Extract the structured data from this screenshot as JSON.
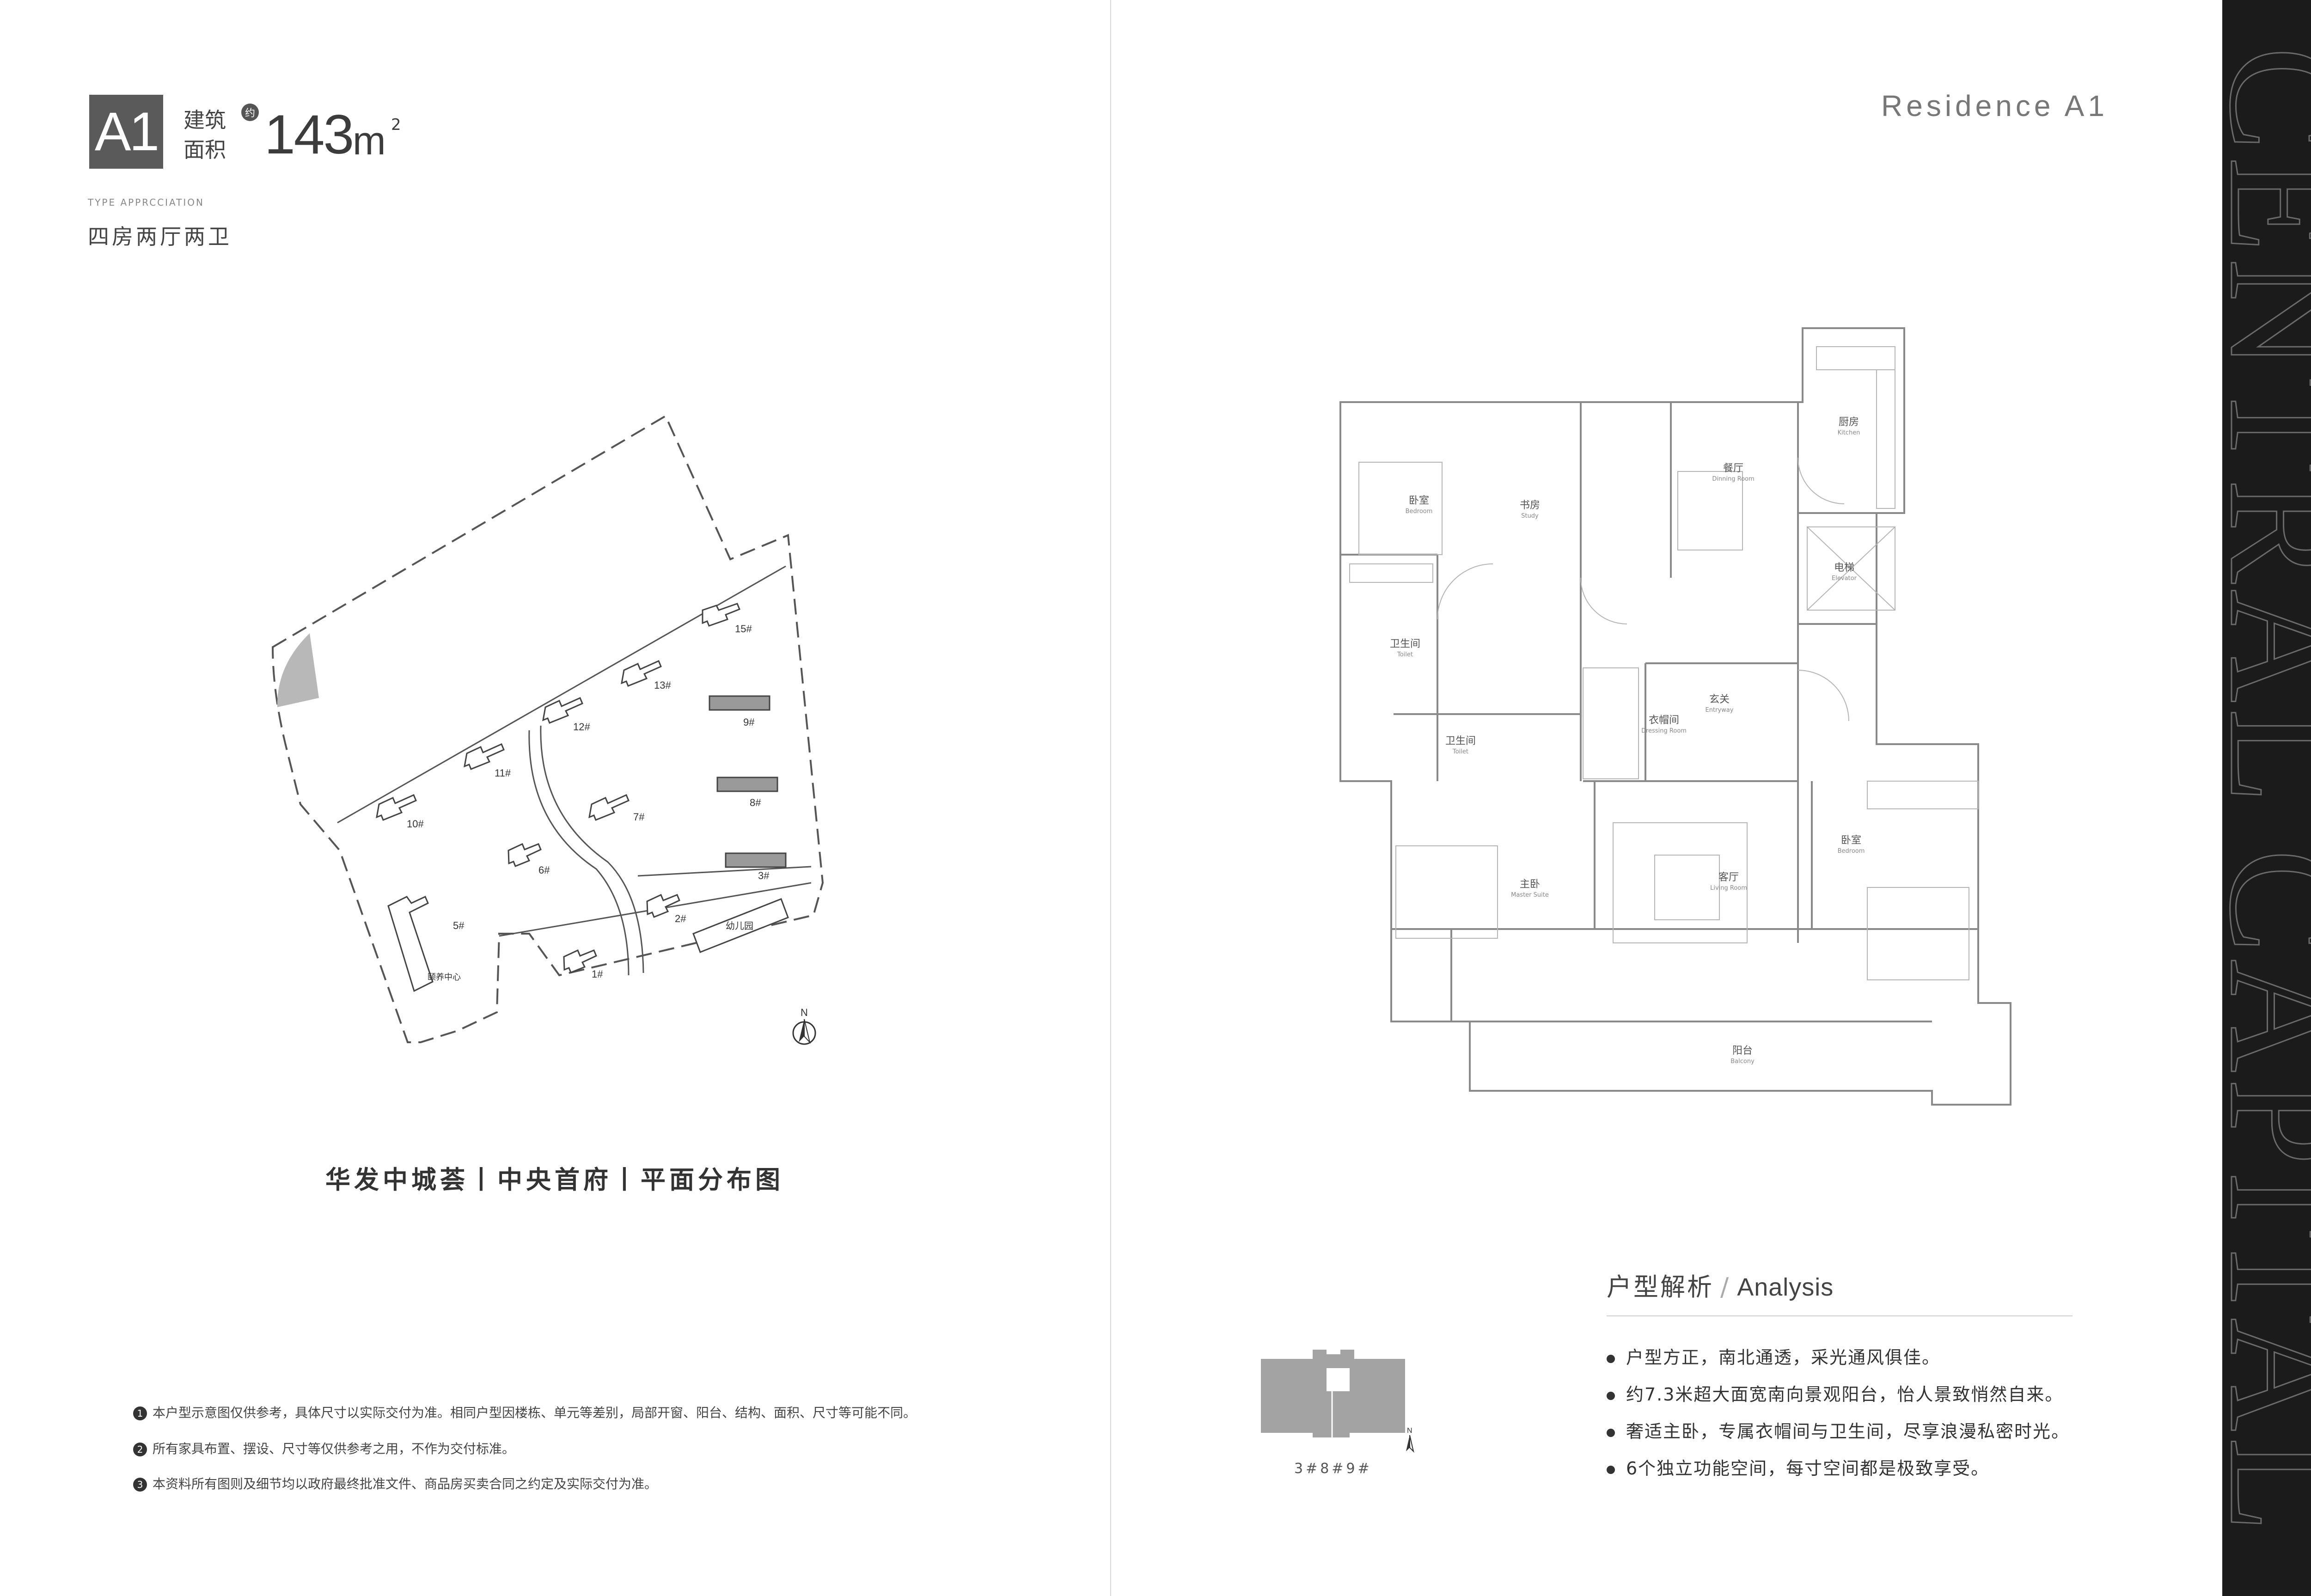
{
  "header": {
    "badge": "A1",
    "area_label_line1": "建筑",
    "area_label_line2": "面积",
    "approx_mark": "约",
    "area_value": "143",
    "area_unit": "m",
    "area_unit_sup": "2",
    "type_en": "TYPE APPRCCIATION",
    "type_cn": "四房两厅两卫"
  },
  "site_plan": {
    "title": "华发中城荟丨中央首府丨平面分布图",
    "buildings": [
      "15#",
      "13#",
      "9#",
      "12#",
      "11#",
      "8#",
      "10#",
      "7#",
      "6#",
      "3#",
      "5#",
      "2#",
      "1#"
    ],
    "kindergarten": "幼儿园",
    "elderly_center": "颐养中心",
    "north": "N"
  },
  "notes": [
    {
      "num": "1",
      "text": "本户型示意图仅供参考，具体尺寸以实际交付为准。相同户型因楼栋、单元等差别，局部开窗、阳台、结构、面积、尺寸等可能不同。"
    },
    {
      "num": "2",
      "text": "所有家具布置、摆设、尺寸等仅供参考之用，不作为交付标准。"
    },
    {
      "num": "3",
      "text": "本资料所有图则及细节均以政府最终批准文件、商品房买卖合同之约定及实际交付为准。"
    }
  ],
  "right_page": {
    "residence_label": "Residence   A1",
    "band_text": "CENTRAL CAPITAL"
  },
  "rooms": {
    "kitchen": {
      "cn": "厨房",
      "en": "Kitchen"
    },
    "dining": {
      "cn": "餐厅",
      "en": "Dinning Room"
    },
    "bedroom1": {
      "cn": "卧室",
      "en": "Bedroom"
    },
    "study": {
      "cn": "书房",
      "en": "Study"
    },
    "elevator": {
      "cn": "电梯",
      "en": "Elevator"
    },
    "toilet1": {
      "cn": "卫生间",
      "en": "Toilet"
    },
    "toilet2": {
      "cn": "卫生间",
      "en": "Toilet"
    },
    "dressing": {
      "cn": "衣帽间",
      "en": "Dressing Room"
    },
    "entryway": {
      "cn": "玄关",
      "en": "Entryway"
    },
    "master": {
      "cn": "主卧",
      "en": "Master Suite"
    },
    "living": {
      "cn": "客厅",
      "en": "Living Room"
    },
    "bedroom2": {
      "cn": "卧室",
      "en": "Bedroom"
    },
    "balcony": {
      "cn": "阳台",
      "en": "Balcony"
    }
  },
  "analysis": {
    "title_cn": "户型解析",
    "title_sep": "/",
    "title_en": "Analysis",
    "bullets": [
      "户型方正，南北通透，采光通风俱佳。",
      "约7.3米超大面宽南向景观阳台，怡人景致悄然自来。",
      "奢适主卧，专属衣帽间与卫生间，尽享浪漫私密时光。",
      "6个独立功能空间，每寸空间都是极致享受。"
    ]
  },
  "key_plan": {
    "label": "3#8#9#",
    "north": "N"
  }
}
